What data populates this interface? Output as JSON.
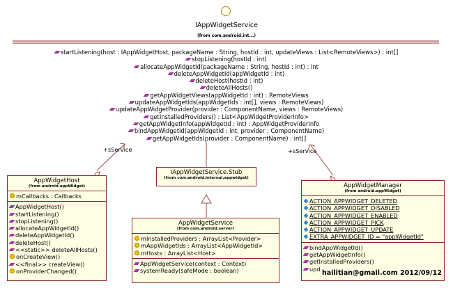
{
  "interface": {
    "name": "IAppWidgetService",
    "package": "(from com.android.int...)",
    "operations": [
      "startListening(host : IAppWidgetHost, packageName : String, hostId : int, updateViews : List<RemoteViews>) : int[]",
      "stopListening(hostId : int)",
      "allocateAppWidgetId(packageName : String, hostId : int) : int",
      "deleteAppWidgetId(appWidgetId : int)",
      "deleteHost(hostId : int)",
      "deleteAllHosts()",
      "getAppWidgetViews(appWidgetId : int) : RemoteViews",
      "updateAppWidgetIds(appWidgetIds : int[], views : RemoteViews)",
      "updateAppWidgetProvider(provider : ComponentName, views : RemoteViews)",
      "getInstalledProviders() : List<AppWidgetProviderInfo>",
      "getAppWidgetInfo(appWidgetId : int) : AppWidgetProviderInfo",
      "bindAppWidgetId(appWidgetId : int, provider : ComponentName)",
      "getAppWidgetIds(provider : ComponentName) : int[]"
    ]
  },
  "host": {
    "name": "AppWidgetHost",
    "package": "(from android.appWidget)",
    "attributes": [
      {
        "icon": "key",
        "text": "mCallbacks : Callbacks"
      }
    ],
    "operations": [
      {
        "icon": "op",
        "text": "AppWidgetHost()"
      },
      {
        "icon": "op",
        "text": "startListening()"
      },
      {
        "icon": "op",
        "text": "stopListening()"
      },
      {
        "icon": "op",
        "text": "allocateAppWidgetId()"
      },
      {
        "icon": "op",
        "text": "deleteAppWidgetId()"
      },
      {
        "icon": "op",
        "text": "deleteHost()"
      },
      {
        "icon": "op",
        "text": "<<static>> deleteAllHosts()"
      },
      {
        "icon": "key",
        "text": "onCreateView()"
      },
      {
        "icon": "op",
        "text": "<<final>> createView()"
      },
      {
        "icon": "key",
        "text": "onProviderChanged()"
      }
    ]
  },
  "stub": {
    "name": "IAppWidgetService.Stub",
    "package": "(from com.android.internal.appwidget)"
  },
  "service": {
    "name": "AppWidgetService",
    "package": "(from com.android.server)",
    "attributes": [
      {
        "icon": "key",
        "text": "mInstalledProviders : ArrayList<Provider>"
      },
      {
        "icon": "key",
        "text": "mAppWidgetIds : ArrayList<AppWidgetId>"
      },
      {
        "icon": "key",
        "text": "mHosts : ArrayList<Host>"
      }
    ],
    "operations": [
      {
        "icon": "op",
        "text": "AppWidgetService(context : Context)"
      },
      {
        "icon": "op",
        "text": "systemReady(safeMode : boolean)"
      }
    ]
  },
  "manager": {
    "name": "AppWidgetManager",
    "package": "(from android.appWidget)",
    "attributes": [
      {
        "icon": "sattr",
        "text": "ACTION_APPWIDGET_DELETED"
      },
      {
        "icon": "sattr",
        "text": "ACTION_APPWIDGET_DISABLED"
      },
      {
        "icon": "sattr",
        "text": "ACTION_APPWIDGET_ENABLED"
      },
      {
        "icon": "sattr",
        "text": "ACTION_APPWIDGET_PICK"
      },
      {
        "icon": "sattr",
        "text": "ACTION_APPWIDGET_UPDATE"
      },
      {
        "icon": "sattr",
        "text": "EXTRA_APPWIDGET_ID = \"appWidgetId\""
      }
    ],
    "operations": [
      {
        "icon": "op",
        "text": "bindAppWidgetId()"
      },
      {
        "icon": "op",
        "text": "getAppWidgetInfo()"
      },
      {
        "icon": "op",
        "text": "getInstalledProviders()"
      },
      {
        "icon": "op",
        "text": "upd"
      }
    ]
  },
  "associations": {
    "left": "+sService",
    "right": "+sService"
  },
  "signature": "hailitian@gmail.com 2012/09/12",
  "colors": {
    "border": "#8b2a2a",
    "box_fill": "#fffee4",
    "line": "#9a4a4a",
    "operation_icon": "#a23a9a"
  }
}
